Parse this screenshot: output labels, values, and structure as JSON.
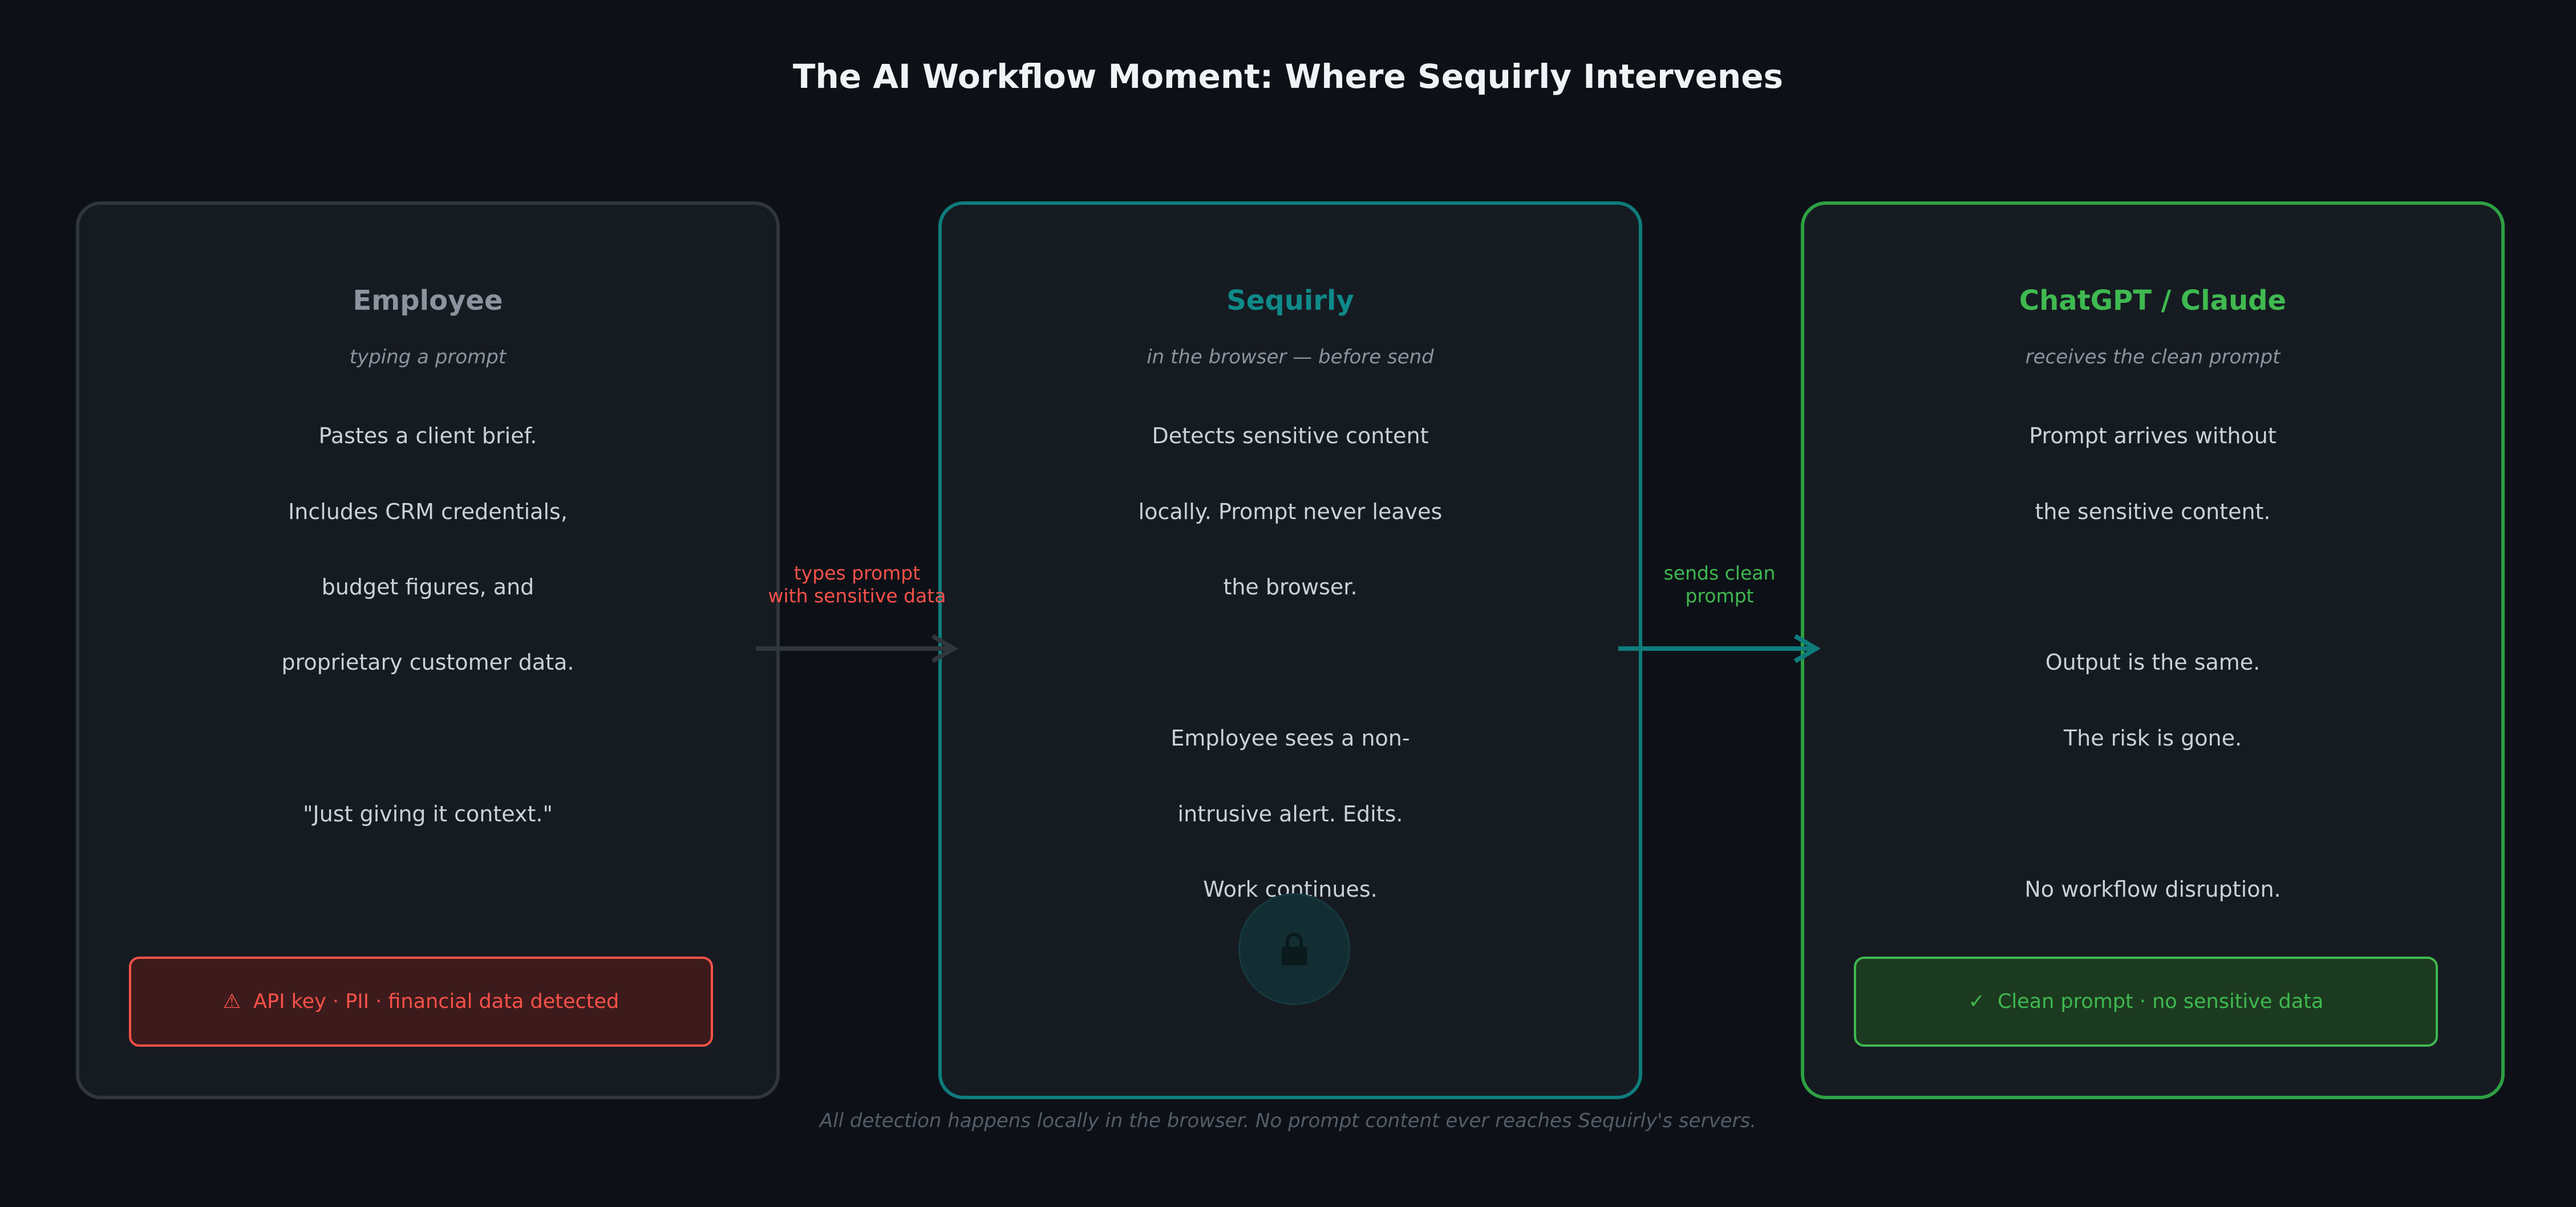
{
  "title": "The AI Workflow Moment: Where Sequirly Intervenes",
  "cards": [
    {
      "title": "Employee",
      "subtitle": "typing a prompt",
      "lines": [
        "Pastes a client brief.",
        "Includes CRM credentials,",
        "budget figures, and",
        "proprietary customer data.",
        "",
        "\"Just giving it context.\""
      ],
      "badge": {
        "icon": "⚠",
        "text": "API key · PII · financial data detected",
        "status": "danger"
      }
    },
    {
      "title": "Sequirly",
      "subtitle": "in the browser — before send",
      "lines": [
        "Detects sensitive content",
        "locally. Prompt never leaves",
        "the browser.",
        "",
        "Employee sees a non-",
        "intrusive alert. Edits.",
        "Work continues."
      ],
      "center_icon": "lock-icon"
    },
    {
      "title": "ChatGPT / Claude",
      "subtitle": "receives the clean prompt",
      "lines": [
        "Prompt arrives without",
        "the sensitive content.",
        "",
        "Output is the same.",
        "The risk is gone.",
        "",
        "No workflow disruption."
      ],
      "badge": {
        "icon": "✓",
        "text": "Clean prompt · no sensitive data",
        "status": "success"
      }
    }
  ],
  "arrows": [
    {
      "label_line1": "types prompt",
      "label_line2": "with sensitive data",
      "color": "#f85149"
    },
    {
      "label_line1": "sends clean",
      "label_line2": "prompt",
      "color": "#3fb950"
    }
  ],
  "footer": "All detection happens locally in the browser. No prompt content ever reaches Sequirly's servers.",
  "colors": {
    "background": "#0d1117",
    "card": "#161b22",
    "employee_border": "#30363d",
    "sequirly_accent": "#0e7c7b",
    "ai_accent": "#2ea043",
    "danger": "#f85149",
    "success": "#3fb950"
  }
}
